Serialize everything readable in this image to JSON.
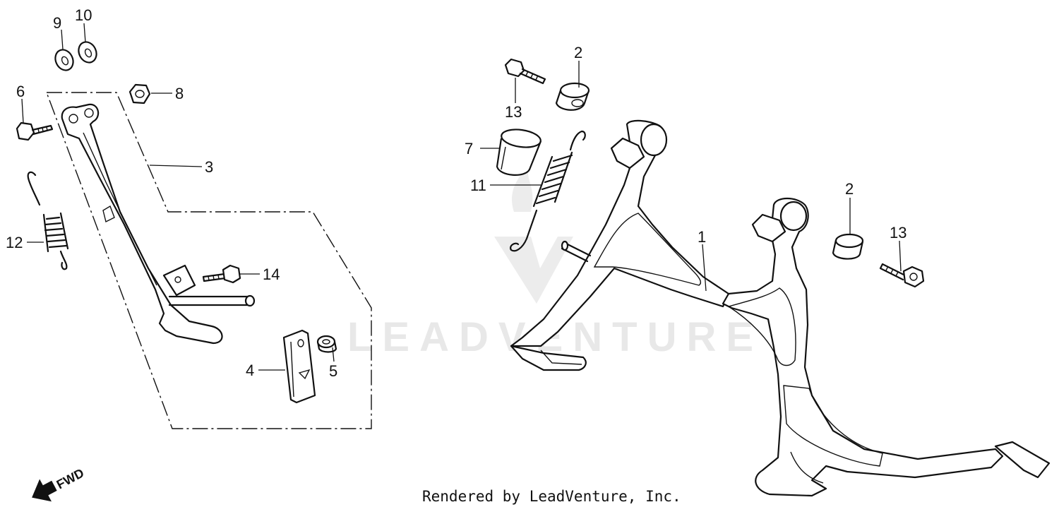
{
  "diagram": {
    "callouts": [
      {
        "id": "c9",
        "label": "9"
      },
      {
        "id": "c10",
        "label": "10"
      },
      {
        "id": "c6",
        "label": "6"
      },
      {
        "id": "c8",
        "label": "8"
      },
      {
        "id": "c3",
        "label": "3"
      },
      {
        "id": "c12",
        "label": "12"
      },
      {
        "id": "c14",
        "label": "14"
      },
      {
        "id": "c4",
        "label": "4"
      },
      {
        "id": "c5",
        "label": "5"
      },
      {
        "id": "c13a",
        "label": "13"
      },
      {
        "id": "c2a",
        "label": "2"
      },
      {
        "id": "c7",
        "label": "7"
      },
      {
        "id": "c11",
        "label": "11"
      },
      {
        "id": "c1",
        "label": "1"
      },
      {
        "id": "c2b",
        "label": "2"
      },
      {
        "id": "c13b",
        "label": "13"
      }
    ],
    "fwd_label": "FWD",
    "watermark": "LEADVENTURE",
    "credit": "Rendered by LeadVenture, Inc."
  }
}
